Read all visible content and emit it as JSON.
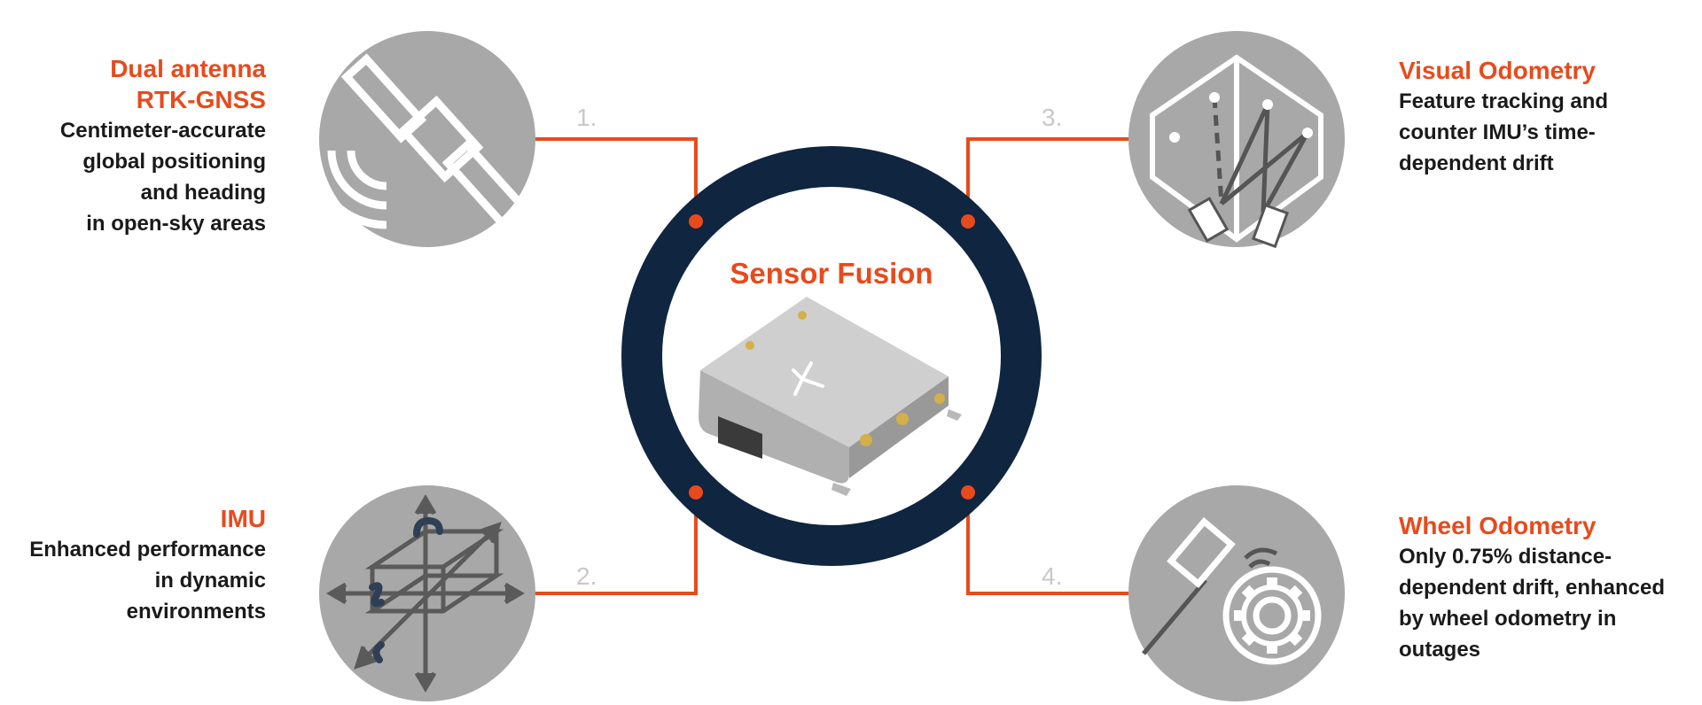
{
  "hub": {
    "title": "Sensor Fusion"
  },
  "sources": [
    {
      "number": "1.",
      "title_lines": [
        "Dual antenna",
        "RTK-GNSS"
      ],
      "description_lines": [
        "Centimeter-accurate",
        "global positioning",
        "and heading",
        "in open-sky areas"
      ],
      "icon": "satellite-icon"
    },
    {
      "number": "2.",
      "title_lines": [
        "IMU"
      ],
      "description_lines": [
        "Enhanced performance",
        "in dynamic",
        "environments"
      ],
      "icon": "imu-axes-icon"
    },
    {
      "number": "3.",
      "title_lines": [
        "Visual Odometry"
      ],
      "description_lines": [
        "Feature tracking and",
        "counter IMU’s time-",
        "dependent drift"
      ],
      "icon": "camera-feature-tracking-icon"
    },
    {
      "number": "4.",
      "title_lines": [
        "Wheel Odometry"
      ],
      "description_lines": [
        "Only 0.75% distance-",
        "dependent drift, enhanced",
        "by wheel odometry in",
        "outages"
      ],
      "icon": "wheel-encoder-icon"
    }
  ],
  "colors": {
    "accent": "#e84a1c",
    "ring": "#0f2540",
    "icon_circle": "#a8a8a8",
    "icon_stroke": "#ffffff",
    "number": "#c8c8c8",
    "imu_arrows": "#2f3f55"
  }
}
